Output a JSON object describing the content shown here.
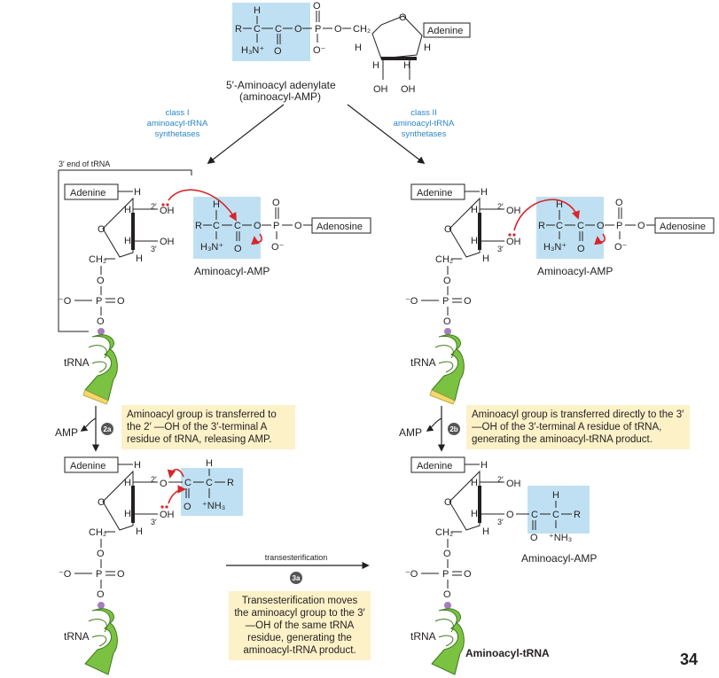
{
  "top": {
    "name_line1": "5′-Aminoacyl adenylate",
    "name_line2": "(aminoacyl-AMP)",
    "adenine": "Adenine"
  },
  "class1": {
    "line1": "class I",
    "line2": "aminoacyl-tRNA",
    "line3": "synthetases"
  },
  "class2": {
    "line1": "class II",
    "line2": "aminoacyl-tRNA",
    "line3": "synthetases"
  },
  "trna_end_label": "3′ end of tRNA",
  "labels": {
    "adenine": "Adenine",
    "adenosine": "Adenosine",
    "aminoacyl_amp": "Aminoacyl-AMP",
    "trna": "tRNA",
    "amp": "AMP",
    "transesterification": "transesterification",
    "product": "Aminoacyl-tRNA"
  },
  "steps": {
    "s2a": {
      "badge": "2a",
      "text": "Aminoacyl group is transferred to the 2′ —OH of the 3′-terminal A residue of tRNA, releasing AMP."
    },
    "s2b": {
      "badge": "2b",
      "text": "Aminoacyl group is transferred directly to the 3′ —OH of the 3′-terminal A residue of tRNA, generating the aminoacyl-tRNA product."
    },
    "s3a": {
      "badge": "3a",
      "text": "Transesterification moves the aminoacyl group to the 3′ —OH of the same tRNA residue, generating the aminoacyl-tRNA product."
    }
  },
  "page_number": "34",
  "colors": {
    "highlight": "#bfe0f2",
    "note_bg": "#fdf1c8",
    "arrow_red": "#d9252a",
    "blue_text": "#2a86c8",
    "badge": "#555555",
    "trna_green": "#7cc242"
  }
}
